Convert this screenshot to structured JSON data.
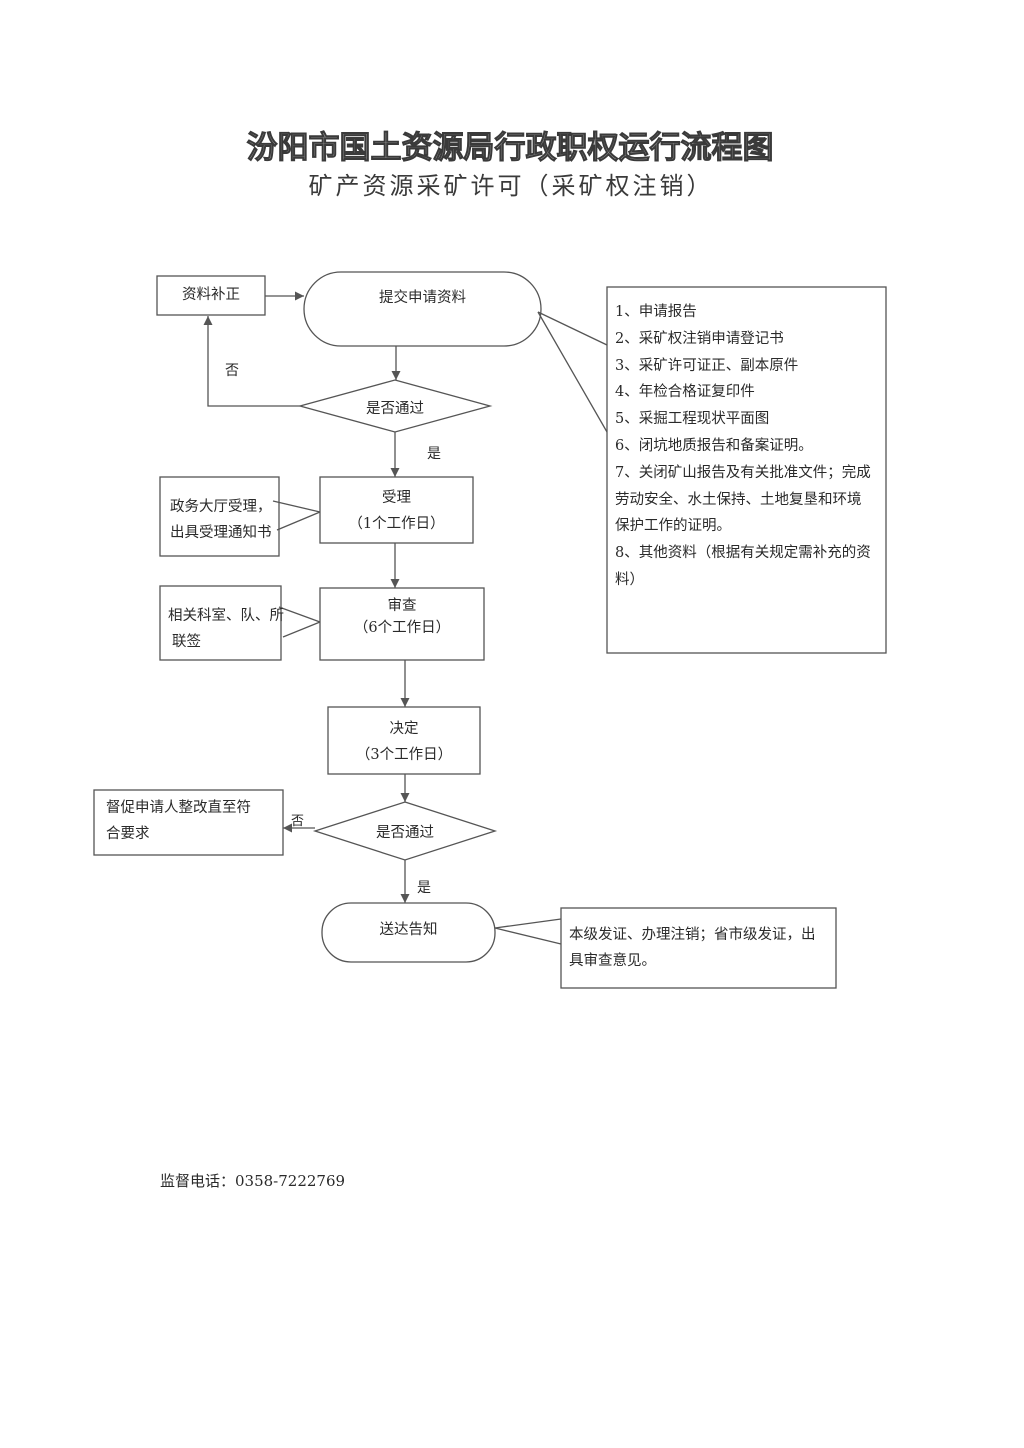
{
  "title": "汾阳市国土资源局行政职权运行流程图",
  "subtitle": "矿产资源采矿许可（采矿权注销）",
  "flow": {
    "submit": "提交申请资料",
    "supplement": "资料补正",
    "decision1": {
      "label": "是否通过",
      "no": "否",
      "yes": "是"
    },
    "accept": {
      "title": "受理",
      "duration": "（1个工作日）"
    },
    "accept_note": [
      "政务大厅受理，",
      "出具受理通知书"
    ],
    "review": {
      "title": "审查",
      "duration": "（6个工作日）"
    },
    "review_note": [
      "相关科室、队、所",
      "联签"
    ],
    "decide": {
      "title": "决定",
      "duration": "（3个工作日）"
    },
    "decision2": {
      "label": "是否通过",
      "no": "否",
      "yes": "是"
    },
    "rectify": [
      "督促申请人整改直至符",
      "合要求"
    ],
    "notify": "送达告知",
    "notify_note": [
      "本级发证、办理注销；省市级发证，出",
      "具审查意见。"
    ]
  },
  "checklist": [
    [
      "1、申请报告"
    ],
    [
      "2、采矿权注销申请登记书"
    ],
    [
      "3、采矿许可证正、副本原件"
    ],
    [
      "4、年检合格证复印件"
    ],
    [
      "5、采掘工程现状平面图"
    ],
    [
      "6、闭坑地质报告和备案证明。"
    ],
    [
      "7、关闭矿山报告及有关批准文件；完成",
      "劳动安全、水土保持、土地复垦和环境",
      "保护工作的证明。"
    ],
    [
      "8、其他资料（根据有关规定需补充的资",
      "料）"
    ]
  ],
  "footer": "监督电话：0358-7222769"
}
